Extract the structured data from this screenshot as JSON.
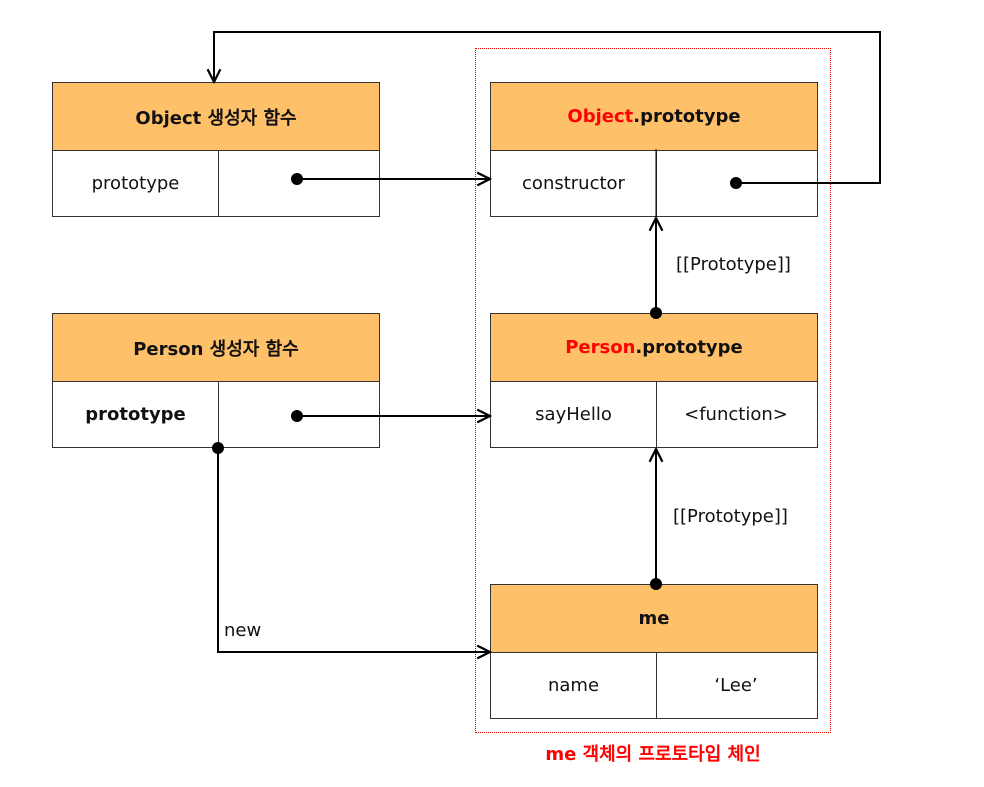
{
  "colors": {
    "header_bg": "#ffc06a",
    "accent_red": "#ff0000",
    "line": "#000000"
  },
  "object_ctor": {
    "title": "Object 생성자 함수",
    "key": "prototype"
  },
  "object_proto": {
    "title_highlight": "Object",
    "title_rest": ".prototype",
    "key": "constructor"
  },
  "person_ctor": {
    "title": "Person 생성자 함수",
    "key": "prototype"
  },
  "person_proto": {
    "title_highlight": "Person",
    "title_rest": ".prototype",
    "key": "sayHello",
    "value": "<function>"
  },
  "me_obj": {
    "title": "me",
    "key": "name",
    "value": "‘Lee’"
  },
  "edges": {
    "proto_link_1": "[[Prototype]]",
    "proto_link_2": "[[Prototype]]",
    "new_label": "new"
  },
  "chain_caption": "me 객체의 프로토타입 체인"
}
